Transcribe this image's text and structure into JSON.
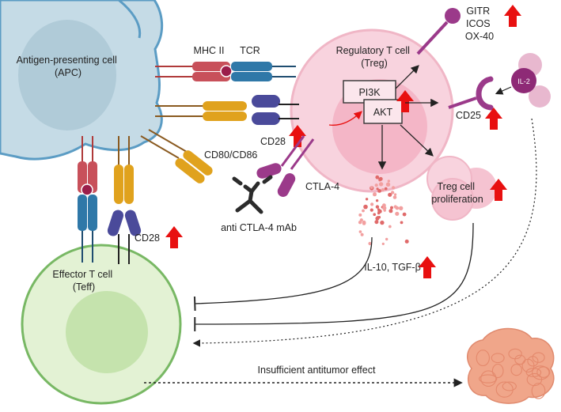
{
  "labels": {
    "apc": [
      "Antigen-presenting cell",
      "(APC)"
    ],
    "mhc": "MHC II",
    "tcr": "TCR",
    "treg": [
      "Regulatory T cell",
      "(Treg)"
    ],
    "gitr": [
      "GITR",
      "ICOS",
      "OX-40"
    ],
    "pi3k": "PI3K",
    "akt": "AKT",
    "il2": "IL-2",
    "cd25": "CD25",
    "cd28_treg": "CD28",
    "cd80": "CD80/CD86",
    "ctla4": "CTLA-4",
    "anti_ctla4": "anti CTLA-4 mAb",
    "treg_prolif": [
      "Treg cell",
      "proliferation"
    ],
    "il10": "IL-10, TGF-β",
    "cd28_teff": "CD28",
    "teff": [
      "Effector T cell",
      "(Teff)"
    ],
    "insufficient": "Insufficient antitumor effect"
  },
  "colors": {
    "apc_fill": "#c5dbe6",
    "apc_stroke": "#5b9cc4",
    "treg_fill": "#f6c9d6",
    "treg_inner": "#f2a9be",
    "teff_fill": "#e3f2d4",
    "teff_stroke": "#78b864",
    "teff_inner": "#c5e3ad",
    "mhc": "#c8505a",
    "tcr": "#2f78a8",
    "cd28": "#4a4a9a",
    "cd80": "#e0a21d",
    "ctla4": "#9b3a8a",
    "mab": "#2b2b2b",
    "up_arrow": "#e81010",
    "tumor": "#f0a68a"
  }
}
